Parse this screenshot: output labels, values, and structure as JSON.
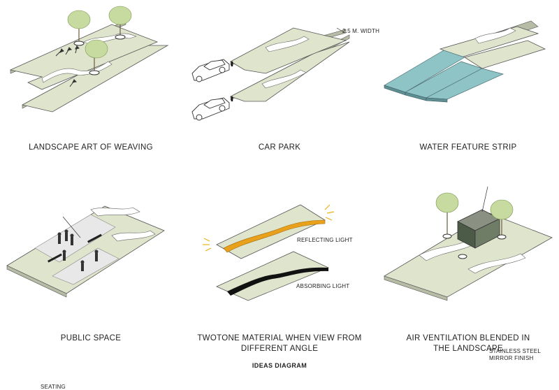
{
  "panels": [
    {
      "caption": "LANDSCAPE ART OF WEAVING"
    },
    {
      "caption": "CAR PARK",
      "annotation": "2.5 M. WIDTH"
    },
    {
      "caption": "WATER FEATURE STRIP"
    },
    {
      "caption": "PUBLIC SPACE",
      "annotation": "SEATING"
    },
    {
      "caption_line1": "TWOTONE MATERIAL WHEN VIEW FROM",
      "caption_line2": "DIFFERENT ANGLE",
      "annotation_top": "REFLECTING LIGHT",
      "annotation_bottom": "ABSORBING LIGHT"
    },
    {
      "caption_line1": "AIR VENTILATION BLENDED IN",
      "caption_line2": "THE LANDSCAPE",
      "annotation_line1": "STAINLESS STEEL",
      "annotation_line2": "MIRROR FINISH"
    }
  ],
  "footer": "IDEAS DIAGRAM"
}
